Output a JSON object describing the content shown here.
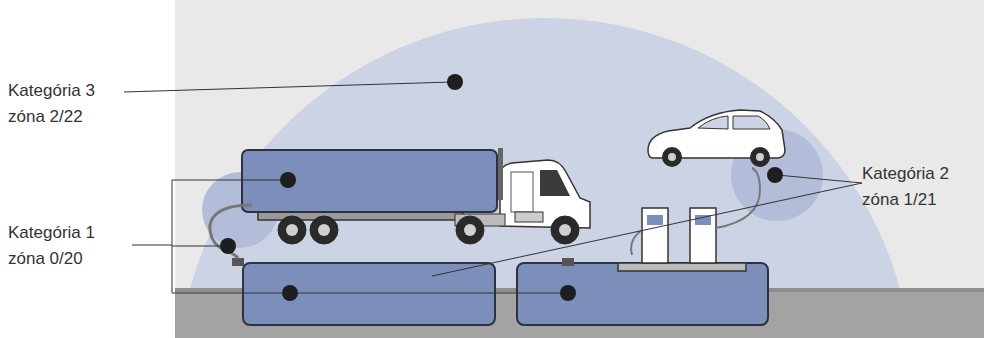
{
  "diagram": {
    "labels": [
      "Kategória 3 zóna 2/22",
      "Kategória 1 zóna 0/20",
      "Kategória 2 zóna 1/21"
    ]
  }
}
